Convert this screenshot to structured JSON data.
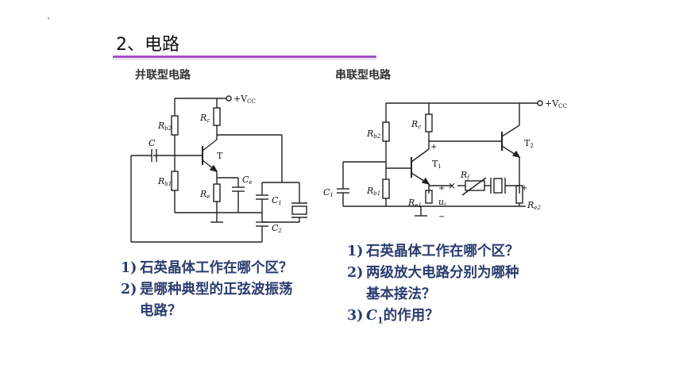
{
  "slide": {
    "title": "2、电路",
    "left_heading": "并联型电路",
    "right_heading": "串联型电路"
  },
  "left_questions": [
    {
      "num": "1)",
      "text": "石英晶体工作在哪个区？"
    },
    {
      "num": "2)",
      "text": "是哪种典型的正弦波振荡"
    },
    {
      "num": "",
      "text": "电路？"
    }
  ],
  "right_questions": [
    {
      "num": "1)",
      "text": "石英晶体工作在哪个区？"
    },
    {
      "num": "2)",
      "text": "两级放大电路分别为哪种"
    },
    {
      "num": "",
      "text": "基本接法？"
    },
    {
      "num": "3)",
      "c1": "C",
      "c1_sub": "1",
      "text": "的作用？"
    }
  ],
  "left_circuit_labels": {
    "vcc": "+V",
    "vcc_sub": "CC",
    "rb2": "R",
    "rb2_sub": "b2",
    "rb1": "R",
    "rb1_sub": "b1",
    "rc": "R",
    "rc_sub": "c",
    "re": "R",
    "re_sub": "e",
    "ce": "C",
    "ce_sub": "e",
    "c": "C",
    "t": "T",
    "c1": "C",
    "c1_sub": "1",
    "c2": "C",
    "c2_sub": "2"
  },
  "right_circuit_labels": {
    "vcc": "+V",
    "vcc_sub": "CC",
    "rb2": "R",
    "rb2_sub": "b2",
    "rb1": "R",
    "rb1_sub": "b1",
    "rc": "R",
    "rc_sub": "c",
    "re1": "R",
    "re1_sub": "e1",
    "re2": "R",
    "re2_sub": "e2",
    "rf": "R",
    "rf_sub": "f",
    "c1": "C",
    "c1_sub": "1",
    "t1": "T",
    "t1_sub": "1",
    "t2": "T",
    "t2_sub": "2",
    "ui": "u",
    "ui_sub": "i",
    "plus": "+",
    "minus": "−"
  }
}
